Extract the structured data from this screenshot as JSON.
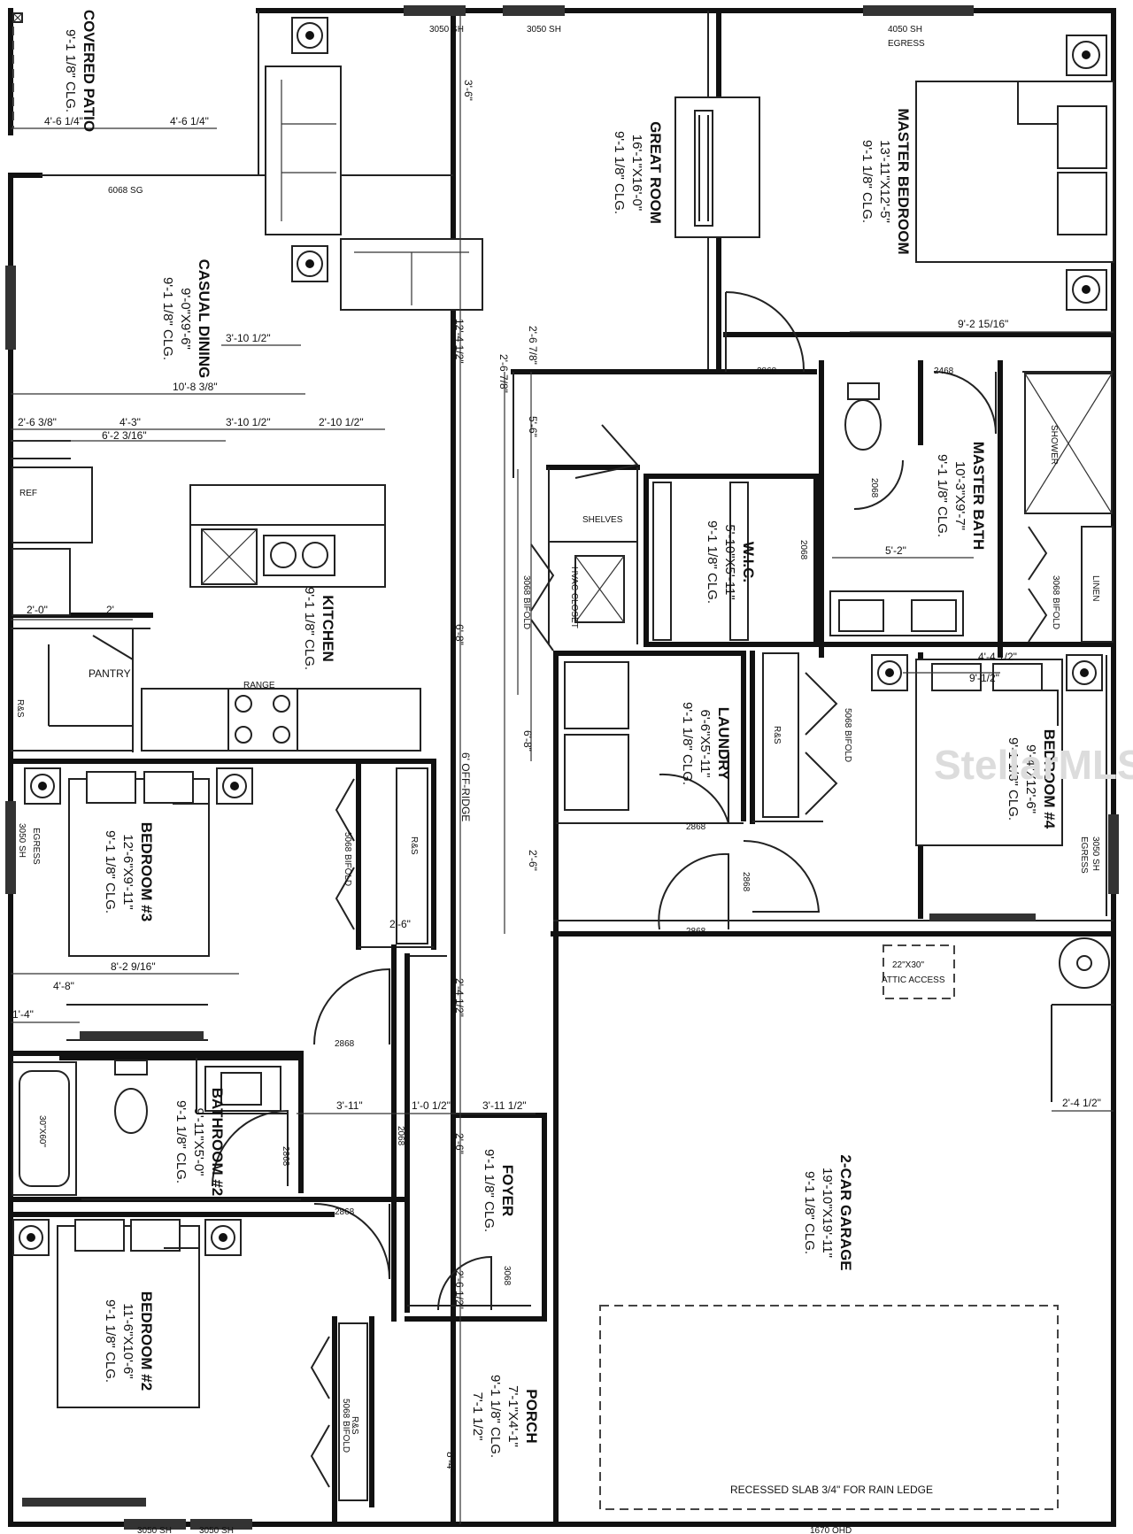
{
  "rooms": {
    "covered_patio": {
      "name": "COVERED PATIO",
      "clg": "9'-1 1/8\" CLG."
    },
    "great_room": {
      "name": "GREAT ROOM",
      "size": "16'-1\"X16'-0\"",
      "clg": "9'-1 1/8\" CLG."
    },
    "master_bedroom": {
      "name": "MASTER BEDROOM",
      "size": "13'-11\"X12'-5\"",
      "clg": "9'-1 1/8\" CLG."
    },
    "casual_dining": {
      "name": "CASUAL DINING",
      "size": "9'-0\"X9'-6\"",
      "clg": "9'-1 1/8\" CLG."
    },
    "kitchen": {
      "name": "KITCHEN",
      "clg": "9'-1 1/8\" CLG."
    },
    "wic": {
      "name": "W.I.C.",
      "size": "5'-10\"X5'-11\"",
      "clg": "9'-1 1/8\" CLG."
    },
    "master_bath": {
      "name": "MASTER BATH",
      "size": "10'-3\"X9'-7\"",
      "clg": "9'-1 1/8\" CLG."
    },
    "laundry": {
      "name": "LAUNDRY",
      "size": "6'-6\"X5'-11\"",
      "clg": "9'-1 1/8\" CLG."
    },
    "bedroom4": {
      "name": "BEDROOM #4",
      "size": "9'-4\"X12'-6\"",
      "clg": "9'-1 1/8\" CLG."
    },
    "bedroom3": {
      "name": "BEDROOM #3",
      "size": "12'-6\"X9'-11\"",
      "clg": "9'-1 1/8\" CLG."
    },
    "bathroom2": {
      "name": "BATHROOM #2",
      "size": "9'-11\"X5'-0\"",
      "clg": "9'-1 1/8\" CLG."
    },
    "foyer": {
      "name": "FOYER",
      "clg": "9'-1 1/8\" CLG."
    },
    "garage": {
      "name": "2-CAR GARAGE",
      "size": "19'-10\"X19'-11\"",
      "clg": "9'-1 1/8\" CLG."
    },
    "bedroom2": {
      "name": "BEDROOM #2",
      "size": "11'-6\"X10'-6\"",
      "clg": "9'-1 1/8\" CLG."
    },
    "porch": {
      "name": "PORCH",
      "size": "7'-1\"X4'-1\"",
      "clg": "9'-1 1/8\" CLG.",
      "extra": "7'-1 1/2\""
    }
  },
  "labels": {
    "pantry": "PANTRY",
    "ref": "REF",
    "rs": "R&S",
    "shelves": "SHELVES",
    "linen": "LINEN",
    "hvac": "HVAC CLOSET",
    "attic": [
      "22\"X30\"",
      "ATTIC ACCESS"
    ],
    "rain_ledge": "RECESSED SLAB 3/4\" FOR RAIN LEDGE",
    "off_ridge": "6' OFF-RIDGE",
    "tub": "30\"X60\"",
    "shower": "SHOWER",
    "egress": "EGRESS",
    "range": "RANGE"
  },
  "openings": {
    "w_top1": "3050 SH",
    "w_top2": "3050 SH",
    "w_master": "4050 SH",
    "sd": "6068 SG",
    "d_great": "2868",
    "d_mbath": "2468",
    "d_wc": "2068",
    "d_wic": "2068",
    "d_lndry": "2868",
    "d_garage": "2868",
    "d_hall": "2868",
    "d_bd3": "2868",
    "d_bath2": "2868",
    "d_bd2": "2868",
    "d_front": "3068",
    "d_pocket": "2068",
    "w_bd3": "3050 SH",
    "w_bd4": "3050 SH",
    "w_bot1": "3050 SH",
    "w_bot2": "3050 SH",
    "garage_door": "1670 OHD",
    "bifold_bd3": "5068 BIFOLD",
    "bifold_bd4": "5068 BIFOLD",
    "bifold_bd2": "5068 BIFOLD",
    "bifold_mbath": "3068 BIFOLD",
    "bifold_wic": "3068 BIFOLD"
  },
  "dims": {
    "d1": "4'-6 1/4\"",
    "d2": "4'-6 1/4\"",
    "d3": "3'-10 1/2\"",
    "d4": "10'-8 3/8\"",
    "d5": "2'-6 3/8\"",
    "d6": "4'-3\"",
    "d7": "3'-10 1/2\"",
    "d8": "2'-10 1/2\"",
    "d9": "6'-2 3/16\"",
    "d10": "2'-0\"",
    "d11": "2'",
    "d12": "12'-4 1/2\"",
    "d13": "6'-8\"",
    "d14": "2'-6 7/8\"",
    "d15": "2'-6 7/8\"",
    "d16": "9'-2 15/16\"",
    "d17": "5'-2\"",
    "d18": "6'-8\"",
    "d19": "9'-1/2\"",
    "d20": "2'-6\"",
    "d21": "8'-2 9/16\"",
    "d22": "4'-8\"",
    "d23": "1'-4\"",
    "d24": "3'-11\"",
    "d25": "1'-0 1/2\"",
    "d26": "3'-11 1/2\"",
    "d27": "2'-4 1/2\"",
    "d28": "2'-4 1/2\"",
    "d29": "2'-6\"",
    "d30": "2'-6 1/2\"",
    "d31": "5'-6\"",
    "d32": "2'-6\"",
    "d33": "3'-6\"",
    "d34": "4'-4 1/2\"",
    "d35": "8'-4\""
  },
  "watermark": "StellarMLS",
  "colors": {
    "line": "#111111",
    "window": "#333333",
    "background": "#ffffff"
  }
}
